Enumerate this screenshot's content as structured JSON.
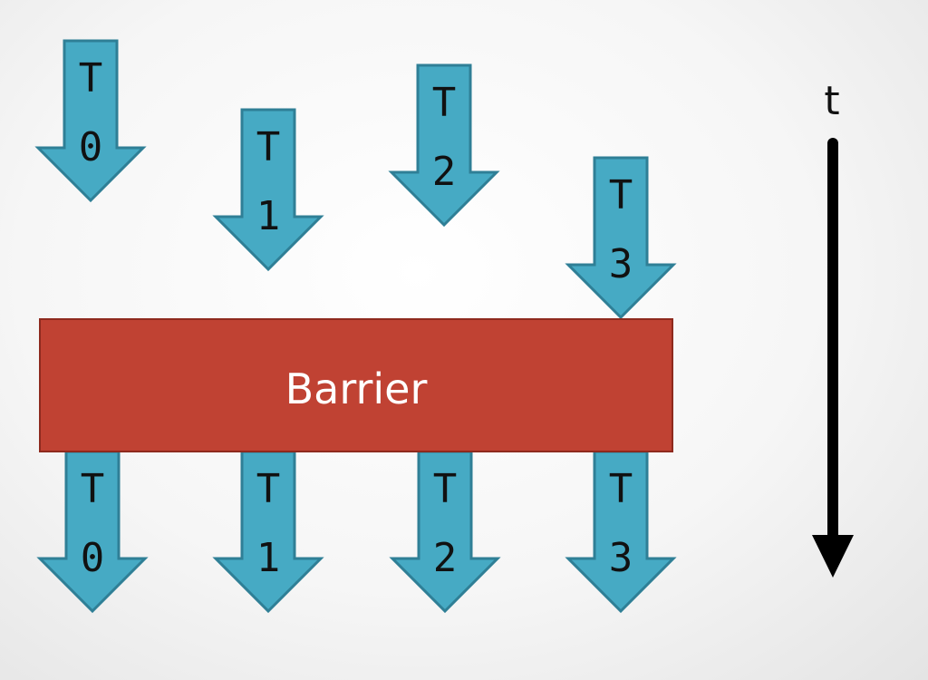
{
  "threads_before": [
    {
      "line1": "T",
      "line2": "0"
    },
    {
      "line1": "T",
      "line2": "1"
    },
    {
      "line1": "T",
      "line2": "2"
    },
    {
      "line1": "T",
      "line2": "3"
    }
  ],
  "barrier": {
    "label": "Barrier"
  },
  "threads_after": [
    {
      "line1": "T",
      "line2": "0"
    },
    {
      "line1": "T",
      "line2": "1"
    },
    {
      "line1": "T",
      "line2": "2"
    },
    {
      "line1": "T",
      "line2": "3"
    }
  ],
  "time_axis": {
    "label": "t"
  },
  "colors": {
    "arrow_fill": "#46aac4",
    "arrow_stroke": "#2f7f96",
    "barrier_fill": "#c04233"
  }
}
